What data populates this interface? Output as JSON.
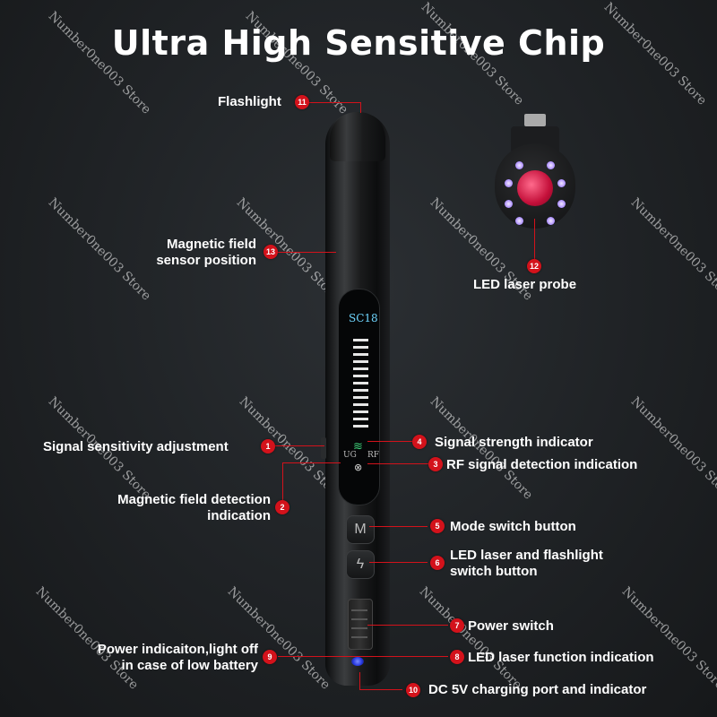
{
  "title": "Ultra High Sensitive Chip",
  "watermark": "Number0ne003 Store",
  "device": {
    "model": "SC18",
    "ug": "UG",
    "rf": "RF",
    "mode_button": "M"
  },
  "labels": {
    "l1": "Signal sensitivity adjustment",
    "l2_line1": "Magnetic field detection",
    "l2_line2": "indication",
    "l3": "RF signal detection indication",
    "l4": "Signal strength indicator",
    "l5": "Mode switch button",
    "l6_line1": "LED laser and flashlight",
    "l6_line2": "switch button",
    "l7": "Power switch",
    "l8": "LED laser function indication",
    "l9_line1": "Power indicaiton,light off",
    "l9_line2": "in case of low battery",
    "l10": "DC 5V charging port and indicator",
    "l11": "Flashlight",
    "l12": "LED laser probe",
    "l13_line1": "Magnetic field",
    "l13_line2": "sensor position"
  },
  "badges": {
    "b1": "1",
    "b2": "2",
    "b3": "3",
    "b4": "4",
    "b5": "5",
    "b6": "6",
    "b7": "7",
    "b8": "8",
    "b9": "9",
    "b10": "10",
    "b11": "11",
    "b12": "12",
    "b13": "13"
  },
  "colors": {
    "badge": "#d3121b",
    "screen_text": "#6fd6ff",
    "lens": "#c4103a"
  }
}
